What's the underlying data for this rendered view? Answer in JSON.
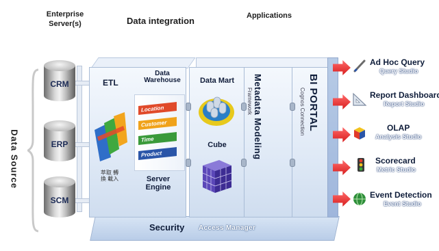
{
  "headers": {
    "enterprise": "Enterprise Server(s)",
    "integration": "Data integration",
    "applications": "Applications"
  },
  "data_source": "Data Source",
  "sources": [
    "CRM",
    "ERP",
    "SCM"
  ],
  "etl": {
    "label": "ETL",
    "chinese": "萃取 轉換 載入"
  },
  "warehouse": {
    "label": "Data Warehouse",
    "tags": [
      {
        "text": "Location",
        "color": "#e04a2a"
      },
      {
        "text": "Customer",
        "color": "#f0a21a"
      },
      {
        "text": "Time",
        "color": "#3a9a3a"
      },
      {
        "text": "Product",
        "color": "#2a55a8"
      }
    ]
  },
  "server_engine": "Server Engine",
  "data_mart": "Data Mart",
  "cube": "Cube",
  "metadata": {
    "title": "Metadata Modeling",
    "subtitle": "Framework"
  },
  "bi_portal": {
    "title": "BI PORTAL",
    "subtitle": "Cognos Connection"
  },
  "security": {
    "label": "Security",
    "sub": "Access Manager"
  },
  "applications": [
    {
      "title": "Ad Hoc Query",
      "sub": "Query Studio",
      "icon": "pen-icon"
    },
    {
      "title": "Report Dashboard",
      "sub": "Report Studio",
      "icon": "ruler-triangle-icon"
    },
    {
      "title": "OLAP",
      "sub": "Analysis Studio",
      "icon": "cube-icon"
    },
    {
      "title": "Scorecard",
      "sub": "Metric Studio",
      "icon": "traffic-light-icon"
    },
    {
      "title": "Event Detection",
      "sub": "Event Studio",
      "icon": "globe-icon"
    }
  ],
  "colors": {
    "arrow": "#d81e1e",
    "panel": "#dfe9f6",
    "text": "#0f1d3a"
  }
}
